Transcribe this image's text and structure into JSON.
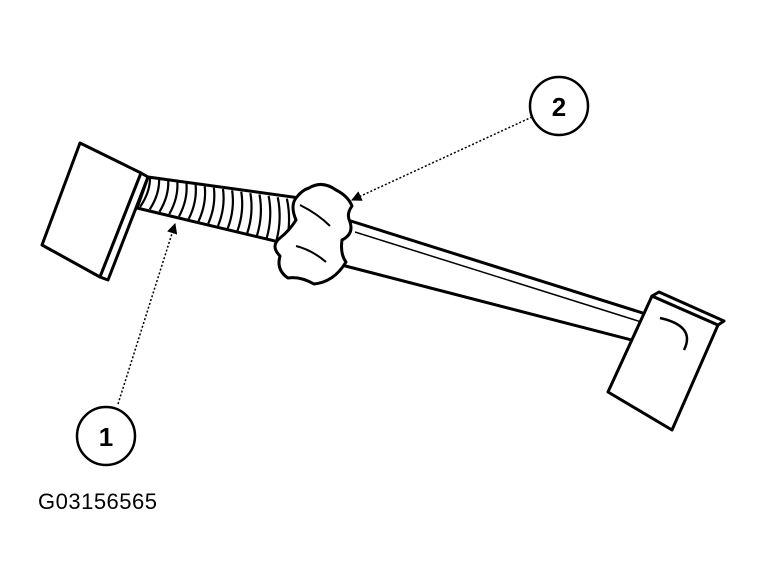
{
  "diagram": {
    "callouts": [
      {
        "id": "1",
        "label": "1"
      },
      {
        "id": "2",
        "label": "2"
      }
    ],
    "figure_code": "G03156565",
    "colors": {
      "ink": "#000000",
      "paper": "#ffffff"
    }
  }
}
